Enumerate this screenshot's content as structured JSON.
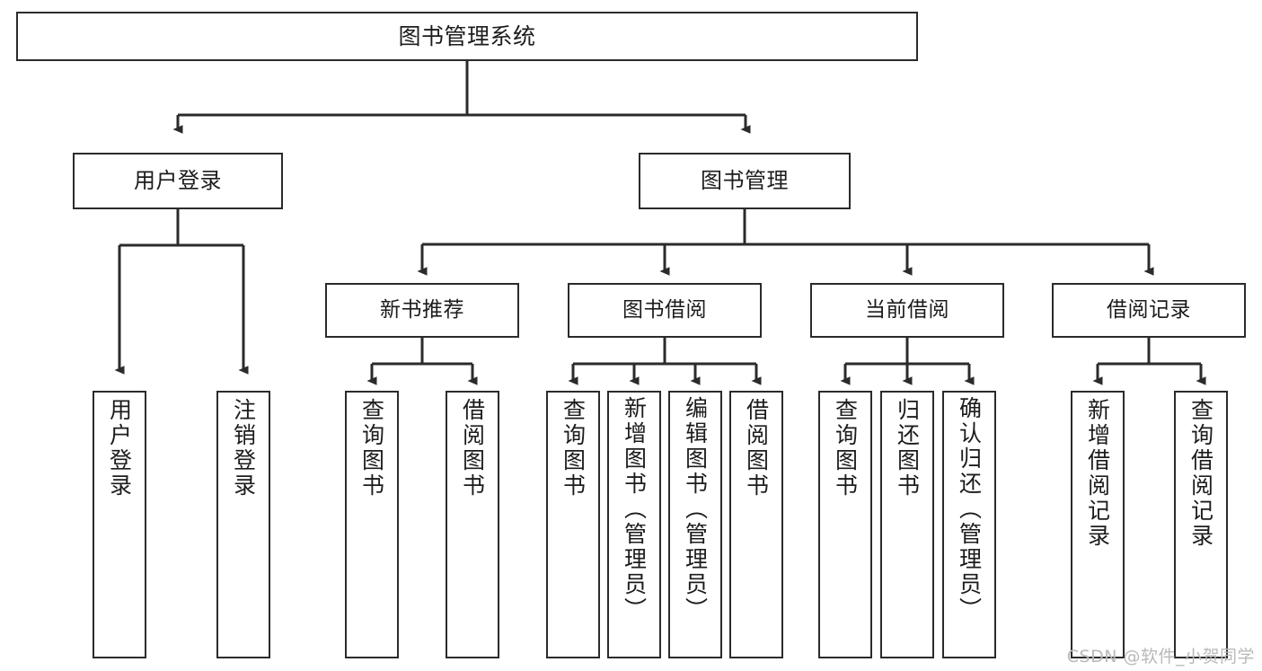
{
  "diagram": {
    "type": "tree-hierarchy",
    "title": "图书管理系统",
    "watermark": "CSDN @软件_小贺同学",
    "colors": {
      "stroke": "#2b2b2b",
      "fill": "#ffffff",
      "text": "#1c1c1c",
      "watermark": "#b9b9b9"
    },
    "nodes": {
      "root": {
        "label": "图书管理系统",
        "level": 1
      },
      "l2": [
        {
          "id": "user-login",
          "label": "用户登录",
          "level": 2
        },
        {
          "id": "book-manage",
          "label": "图书管理",
          "level": 2
        }
      ],
      "l3": [
        {
          "id": "new-book-rec",
          "label": "新书推荐",
          "level": 3
        },
        {
          "id": "book-borrow",
          "label": "图书借阅",
          "level": 3
        },
        {
          "id": "current-borrow",
          "label": "当前借阅",
          "level": 3
        },
        {
          "id": "borrow-record",
          "label": "借阅记录",
          "level": 3
        }
      ],
      "leaves": [
        {
          "id": "leaf-user-login",
          "label": "用户登录",
          "parent": "user-login"
        },
        {
          "id": "leaf-logout",
          "label": "注销登录",
          "parent": "user-login"
        },
        {
          "id": "leaf-query-book-1",
          "label": "查询图书",
          "parent": "new-book-rec"
        },
        {
          "id": "leaf-borrow-book-1",
          "label": "借阅图书",
          "parent": "new-book-rec"
        },
        {
          "id": "leaf-query-book-2",
          "label": "查询图书",
          "parent": "book-borrow"
        },
        {
          "id": "leaf-add-book",
          "label": "新增图书（管理员）",
          "parent": "book-borrow"
        },
        {
          "id": "leaf-edit-book",
          "label": "编辑图书（管理员）",
          "parent": "book-borrow"
        },
        {
          "id": "leaf-borrow-book-2",
          "label": "借阅图书",
          "parent": "book-borrow"
        },
        {
          "id": "leaf-query-book-3",
          "label": "查询图书",
          "parent": "current-borrow"
        },
        {
          "id": "leaf-return-book",
          "label": "归还图书",
          "parent": "current-borrow"
        },
        {
          "id": "leaf-confirm-return",
          "label": "确认归还（管理员）",
          "parent": "current-borrow"
        },
        {
          "id": "leaf-add-record",
          "label": "新增借阅记录",
          "parent": "borrow-record"
        },
        {
          "id": "leaf-query-record",
          "label": "查询借阅记录",
          "parent": "borrow-record"
        }
      ]
    }
  }
}
